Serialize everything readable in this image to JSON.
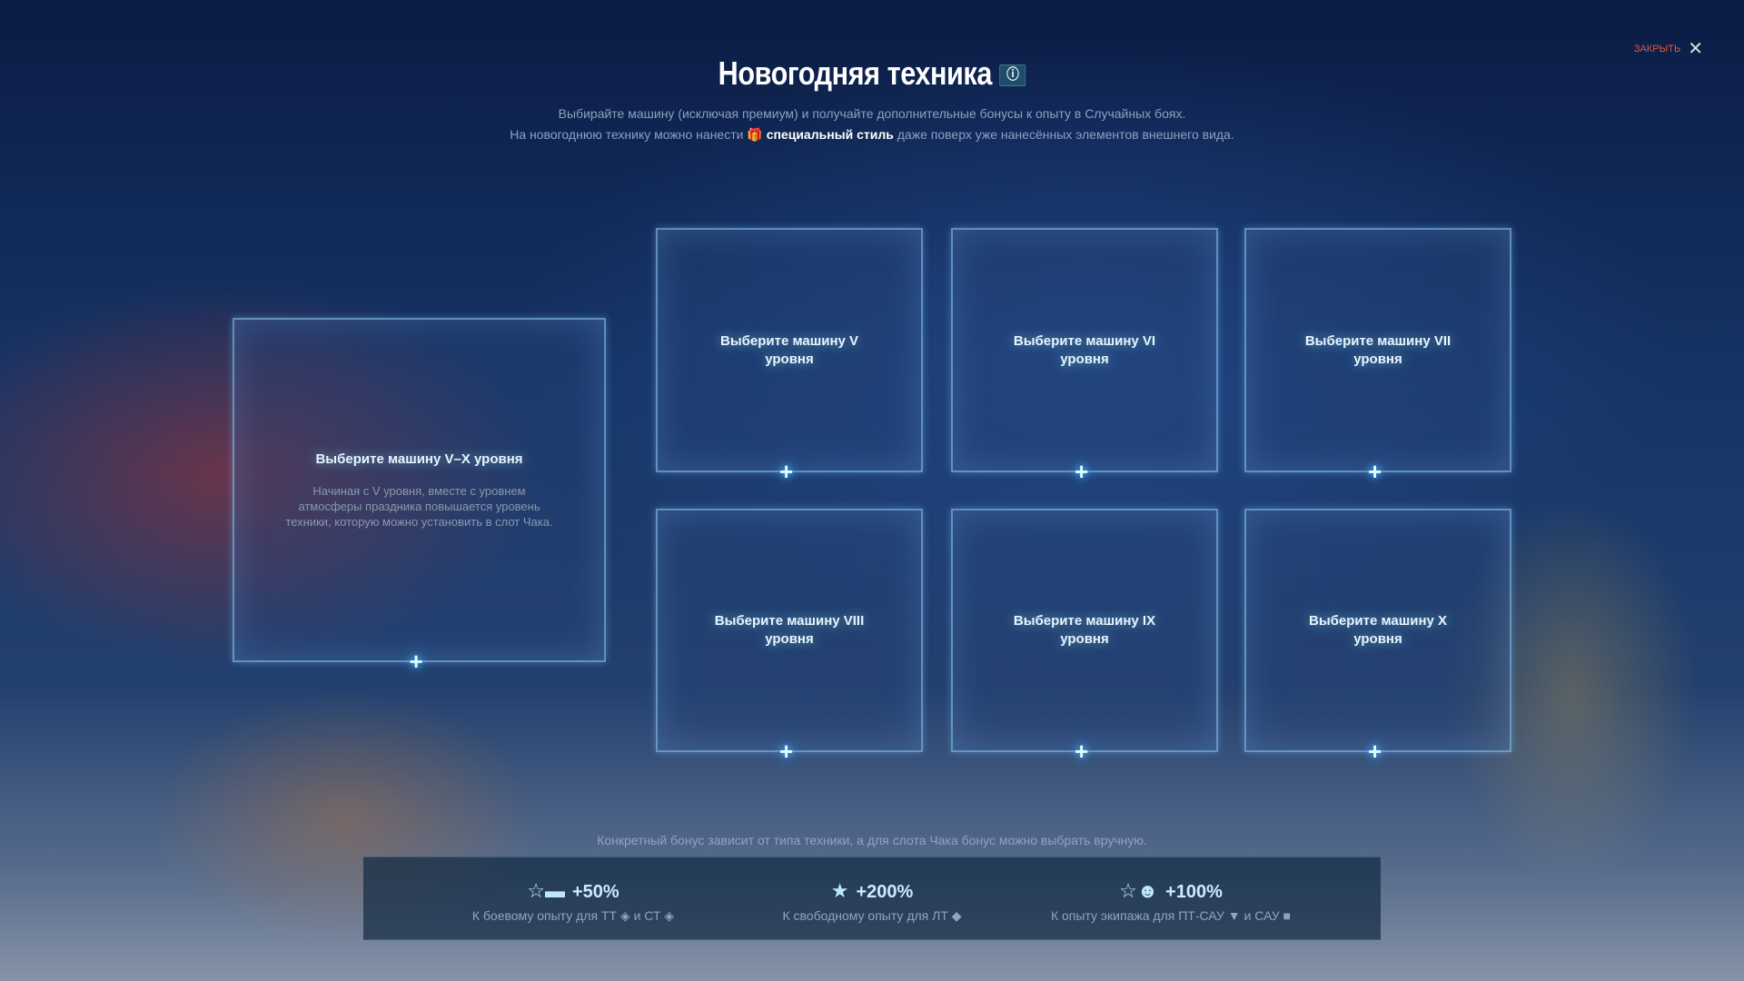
{
  "close_label": "ЗАКРЫТЬ",
  "title": "Новогодняя техника",
  "subtitle_1": "Выбирайте машину (исключая премиум) и получайте дополнительные бонусы к опыту в Случайных боях.",
  "subtitle_2_pre": "На новогоднюю технику можно нанести",
  "subtitle_2_bold": "специальный стиль",
  "subtitle_2_post": "даже поверх уже нанесённых элементов внешнего вида.",
  "main_slot": {
    "label": "Выберите машину V–X уровня",
    "description": "Начиная с V уровня, вместе с уровнем атмосферы праздника повышается уровень техники, которую можно установить в слот Чака."
  },
  "slots": [
    {
      "label": "Выберите машину V уровня"
    },
    {
      "label": "Выберите машину VI уровня"
    },
    {
      "label": "Выберите машину VII уровня"
    },
    {
      "label": "Выберите машину VIII уровня"
    },
    {
      "label": "Выберите машину IX уровня"
    },
    {
      "label": "Выберите машину X уровня"
    }
  ],
  "note": "Конкретный бонус зависит от типа техники, а для слота Чака бонус можно выбрать вручную.",
  "bonuses": [
    {
      "value": "+50%",
      "text": "К боевому опыту для ТТ ◈ и СТ ◈",
      "icon": "tank-star-icon"
    },
    {
      "value": "+200%",
      "text": "К свободному опыту для ЛТ ◆",
      "icon": "star-icon"
    },
    {
      "value": "+100%",
      "text": "К опыту экипажа для ПТ-САУ ▼ и САУ ■",
      "icon": "crew-star-icon"
    }
  ]
}
